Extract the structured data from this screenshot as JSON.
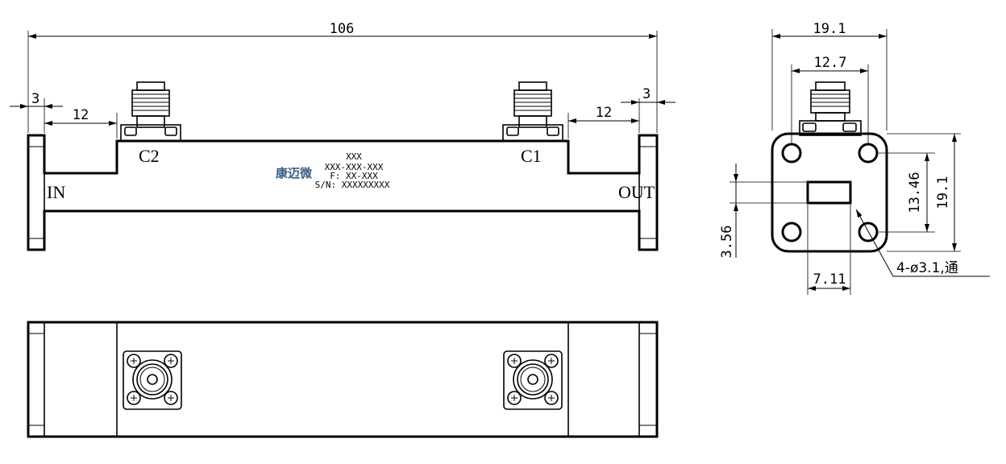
{
  "front_view": {
    "overall_length": "106",
    "flange_left": "3",
    "flange_right": "3",
    "step_left": "12",
    "step_right": "12",
    "port_c2": "C2",
    "port_c1": "C1",
    "port_in": "IN",
    "port_out": "OUT"
  },
  "nameplate": {
    "brand": "康迈微",
    "line1": "XXX",
    "line2": "XXX-XXX-XXX",
    "line3": "F: XX-XXX",
    "line4": "S/N: XXXXXXXXX"
  },
  "end_view": {
    "width": "19.1",
    "hole_spacing_h": "12.7",
    "hole_spacing_v": "13.46",
    "height": "19.1",
    "aperture_height": "3.56",
    "aperture_width": "7.11",
    "hole_note": "4-ø3.1,通"
  },
  "colors": {
    "line": "#000000",
    "brand": "#3a5d86",
    "background": "#ffffff"
  }
}
